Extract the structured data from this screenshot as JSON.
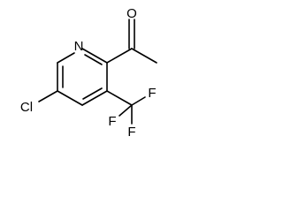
{
  "molecule": {
    "atoms": {
      "oxygen": "O",
      "nitrogen": "N",
      "chlorine": "Cl",
      "fluorine_top": "F",
      "fluorine_left": "F",
      "fluorine_bottom": "F"
    }
  }
}
